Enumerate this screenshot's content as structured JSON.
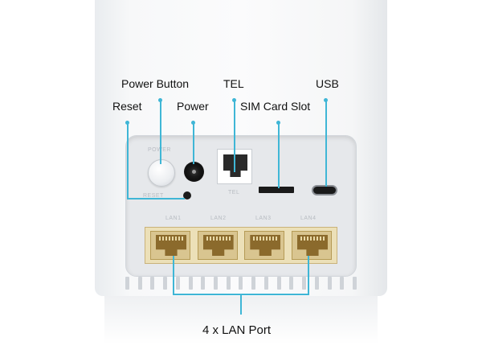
{
  "callouts": {
    "power_button": "Power Button",
    "tel": "TEL",
    "usb": "USB",
    "reset": "Reset",
    "power": "Power",
    "sim_card_slot": "SIM Card Slot",
    "lan_ports": "4 x LAN Port"
  },
  "engravings": {
    "power": "POWER",
    "reset": "RESET",
    "tel": "TEL",
    "lan": [
      "LAN1",
      "LAN2",
      "LAN3",
      "LAN4"
    ]
  },
  "colors": {
    "leader_line": "#3fb6d6",
    "lan_port": "#d9c590",
    "router_body": "#f7f8f9"
  }
}
